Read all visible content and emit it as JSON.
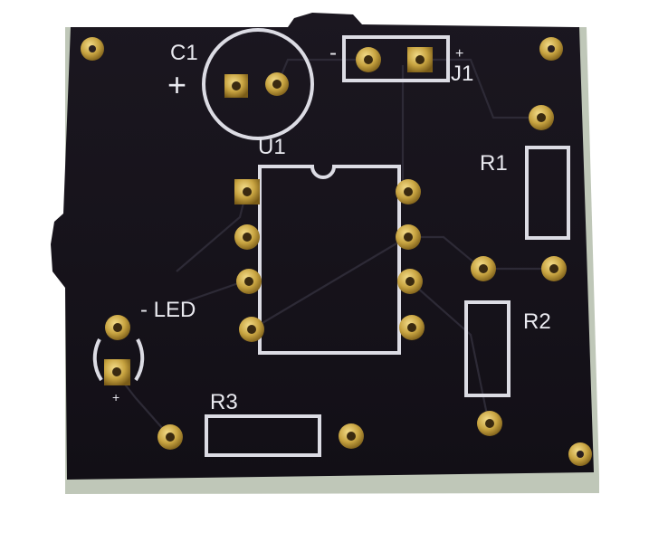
{
  "silkscreen": {
    "c1": "C1",
    "c1_plus": "+",
    "u1": "U1",
    "j1": "J1",
    "j1_minus": "-",
    "j1_plus": "+",
    "r1": "R1",
    "r2": "R2",
    "r3": "R3",
    "led": "- LED",
    "led_marker": "+"
  },
  "colors": {
    "soldermask": "#17131c",
    "board_edge": "#bfc7b8",
    "pad_gold": "#c8a441",
    "silkscreen": "#e9e9ef"
  }
}
